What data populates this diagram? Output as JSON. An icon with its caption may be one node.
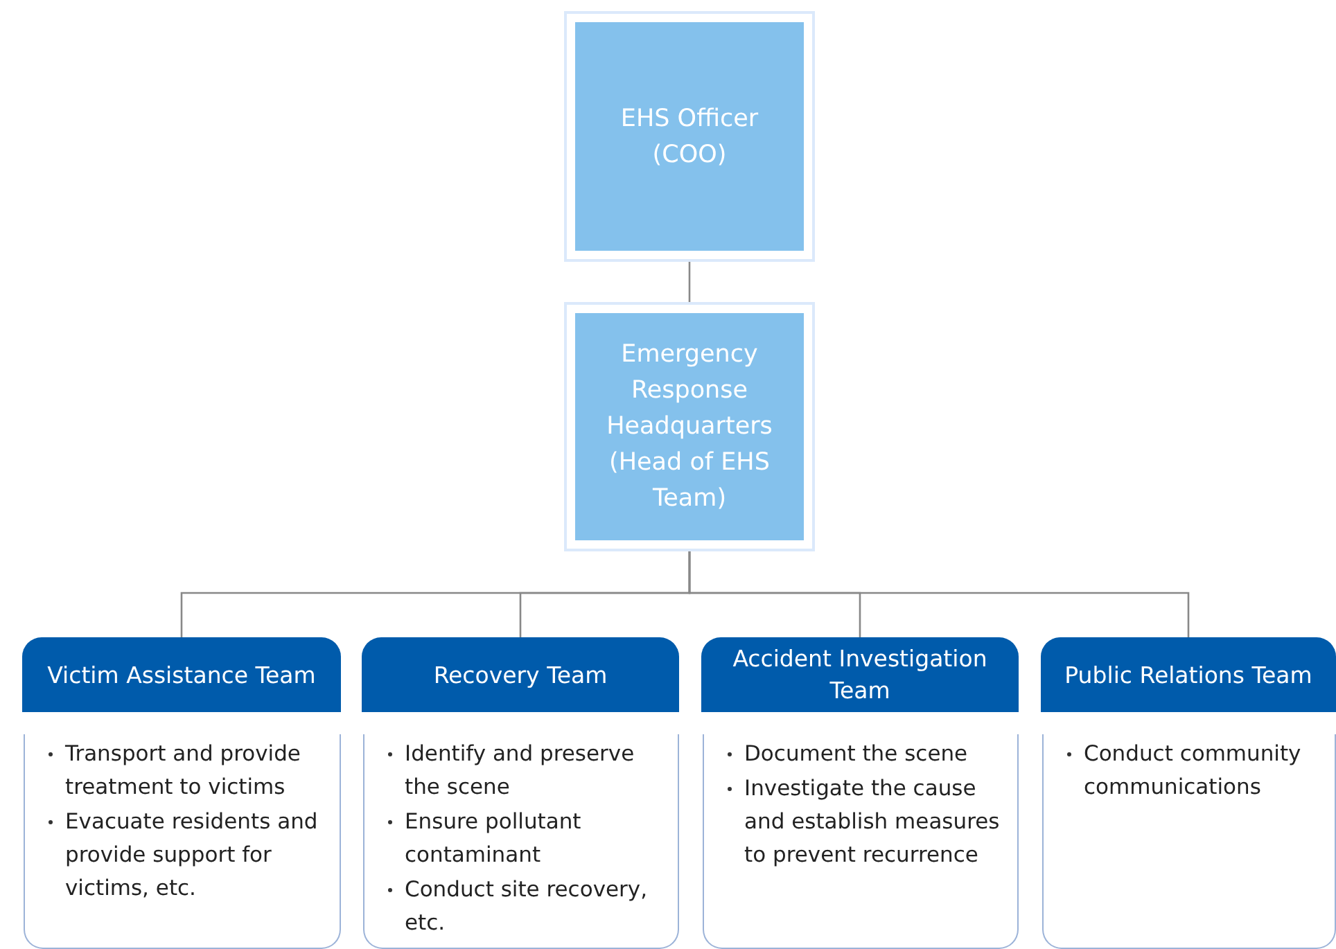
{
  "diagram": {
    "nodes": [
      {
        "text": [
          "EHS Officer (COO)"
        ]
      },
      {
        "text": [
          "Emergency Response Headquarters (Head of EHS Team)"
        ]
      },
      {
        "text": [
          "Victim Assistance Team",
          "Transport and provide treatment to victims",
          "Evacuate residents and provide support for victims, etc."
        ]
      },
      {
        "text": [
          "Recovery Team",
          "Identify and preserve the scene",
          "Ensure pollutant contaminant",
          "Conduct site recovery, etc."
        ]
      },
      {
        "text": [
          "Accident Investigation Team",
          "Document the scene",
          "Investigate the cause and establish measures to prevent recurrence"
        ]
      },
      {
        "text": [
          "Public Relations Team",
          "Conduct community communications"
        ]
      }
    ],
    "edges": [
      {
        "from": 1,
        "to": 0,
        "arrow": "none"
      },
      {
        "from": 1,
        "to": 2,
        "arrow": "none"
      },
      {
        "from": 1,
        "to": 3,
        "arrow": "none"
      },
      {
        "from": 1,
        "to": 4,
        "arrow": "none"
      },
      {
        "from": 1,
        "to": 5,
        "arrow": "none"
      }
    ]
  }
}
